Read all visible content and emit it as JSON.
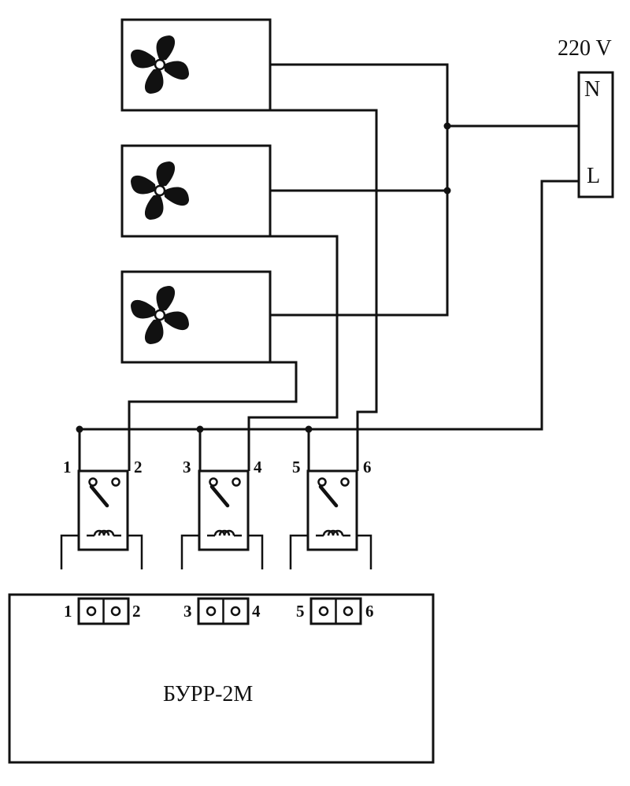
{
  "power": {
    "voltage_label": "220 V",
    "terminal_n": "N",
    "terminal_l": "L"
  },
  "fans": [
    {
      "icon": "fan-icon"
    },
    {
      "icon": "fan-icon"
    },
    {
      "icon": "fan-icon"
    }
  ],
  "relays": [
    {
      "pin_left": "1",
      "pin_right": "2",
      "icon": "relay-switch-icon"
    },
    {
      "pin_left": "3",
      "pin_right": "4",
      "icon": "relay-switch-icon"
    },
    {
      "pin_left": "5",
      "pin_right": "6",
      "icon": "relay-switch-icon"
    }
  ],
  "controller": {
    "name": "БУРР-2М",
    "connectors": [
      {
        "pin_left": "1",
        "pin_right": "2"
      },
      {
        "pin_left": "3",
        "pin_right": "4"
      },
      {
        "pin_left": "5",
        "pin_right": "6"
      }
    ]
  },
  "colors": {
    "line": "#111111",
    "background": "#ffffff"
  }
}
